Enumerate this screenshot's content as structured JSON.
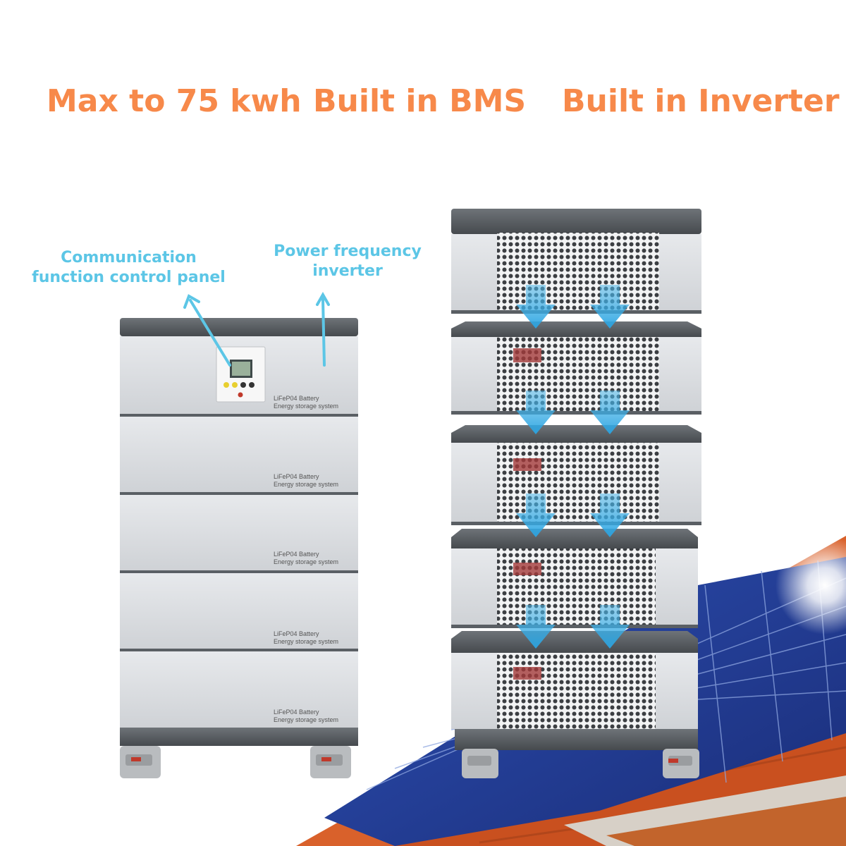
{
  "headlines": {
    "capacity": "Max to 75 kwh",
    "bms": "Built in BMS",
    "inverter": "Built in Inverter"
  },
  "callouts": {
    "panel_line1": "Communication",
    "panel_line2": "function control panel",
    "inverter_line1": "Power frequency",
    "inverter_line2": "inverter"
  },
  "left_stack": {
    "module_label_line1": "LiFeP04 Battery",
    "module_label_line2": "Energy storage system"
  },
  "colors": {
    "headline": "#f7894a",
    "callout": "#5cc6e6",
    "arrow": "#4fb7e8",
    "module_body": "#dfe1e4",
    "module_cap": "#5c6166"
  }
}
